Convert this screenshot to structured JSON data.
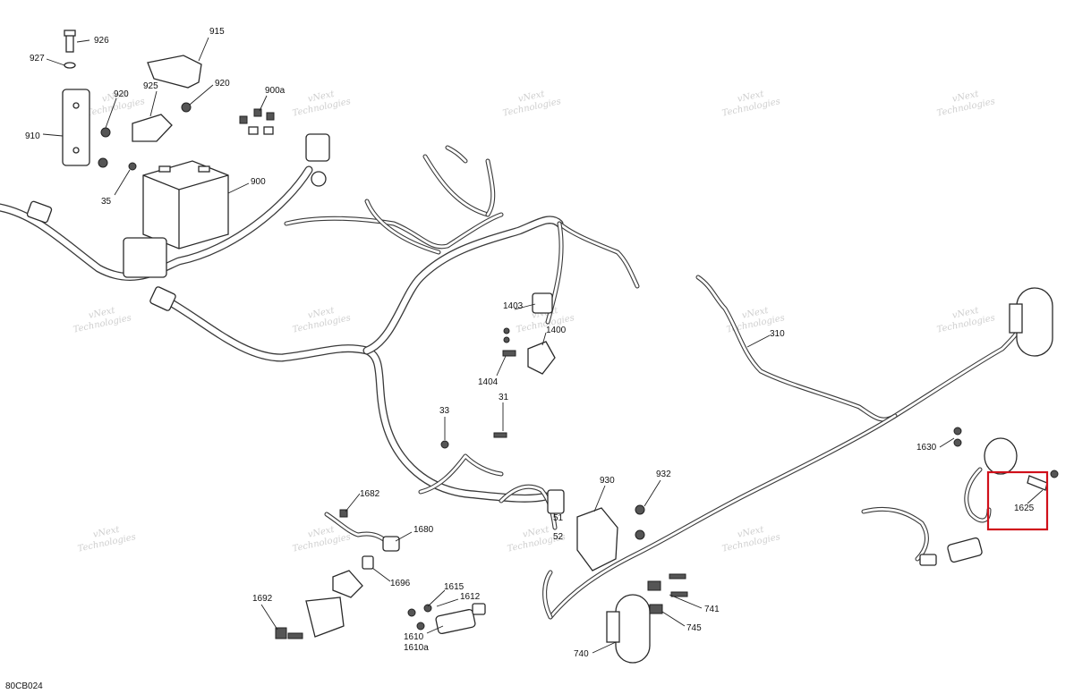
{
  "diagram_code": "80CB024",
  "watermark": {
    "line1": "vNext",
    "line2": "Technologies"
  },
  "callouts": [
    {
      "id": "926",
      "label": "926"
    },
    {
      "id": "927",
      "label": "927"
    },
    {
      "id": "915",
      "label": "915"
    },
    {
      "id": "920a",
      "label": "920"
    },
    {
      "id": "920b",
      "label": "920"
    },
    {
      "id": "925",
      "label": "925"
    },
    {
      "id": "910",
      "label": "910"
    },
    {
      "id": "35",
      "label": "35"
    },
    {
      "id": "900",
      "label": "900"
    },
    {
      "id": "900a",
      "label": "900a"
    },
    {
      "id": "1403",
      "label": "1403"
    },
    {
      "id": "1400",
      "label": "1400"
    },
    {
      "id": "1404",
      "label": "1404"
    },
    {
      "id": "310",
      "label": "310"
    },
    {
      "id": "33",
      "label": "33"
    },
    {
      "id": "31",
      "label": "31"
    },
    {
      "id": "930",
      "label": "930"
    },
    {
      "id": "932",
      "label": "932"
    },
    {
      "id": "51",
      "label": "51"
    },
    {
      "id": "52",
      "label": "52"
    },
    {
      "id": "1630",
      "label": "1630"
    },
    {
      "id": "1625",
      "label": "1625"
    },
    {
      "id": "1682",
      "label": "1682"
    },
    {
      "id": "1680",
      "label": "1680"
    },
    {
      "id": "1696",
      "label": "1696"
    },
    {
      "id": "1692",
      "label": "1692"
    },
    {
      "id": "1615",
      "label": "1615"
    },
    {
      "id": "1612",
      "label": "1612"
    },
    {
      "id": "1610",
      "label": "1610"
    },
    {
      "id": "1610a",
      "label": "1610a"
    },
    {
      "id": "741",
      "label": "741"
    },
    {
      "id": "745",
      "label": "745"
    },
    {
      "id": "740",
      "label": "740"
    }
  ],
  "highlight": {
    "part": "1625",
    "color": "#d0101a"
  }
}
